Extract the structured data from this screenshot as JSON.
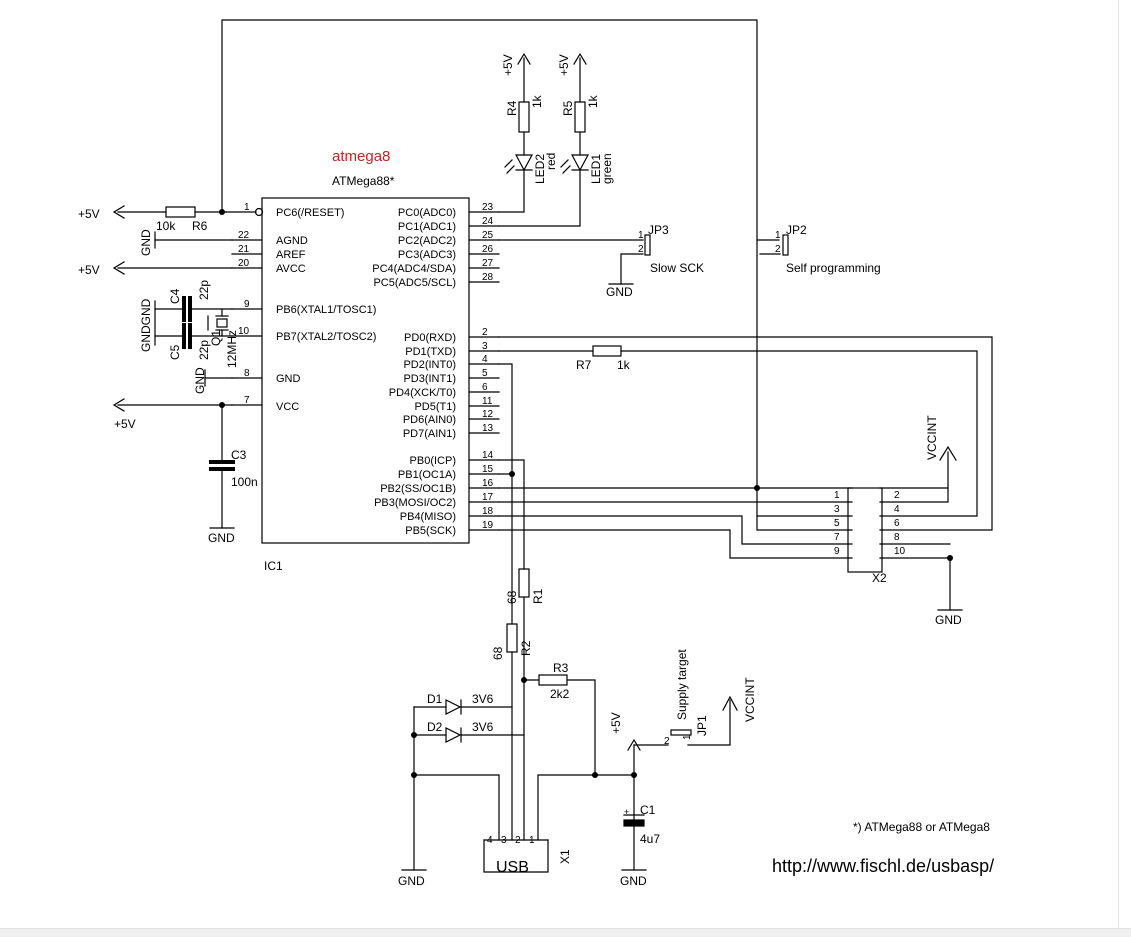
{
  "schematic": {
    "annotation_red": "atmega8",
    "ic": {
      "name": "IC1",
      "type": "ATMega88*",
      "left_pins": [
        {
          "num": "1",
          "name": "PC6(/RESET)"
        },
        {
          "num": "22",
          "name": "AGND"
        },
        {
          "num": "21",
          "name": "AREF"
        },
        {
          "num": "20",
          "name": "AVCC"
        },
        {
          "num": "9",
          "name": "PB6(XTAL1/TOSC1)"
        },
        {
          "num": "10",
          "name": "PB7(XTAL2/TOSC2)"
        },
        {
          "num": "8",
          "name": "GND"
        },
        {
          "num": "7",
          "name": "VCC"
        }
      ],
      "right_pins": [
        {
          "num": "23",
          "name": "PC0(ADC0)"
        },
        {
          "num": "24",
          "name": "PC1(ADC1)"
        },
        {
          "num": "25",
          "name": "PC2(ADC2)"
        },
        {
          "num": "26",
          "name": "PC3(ADC3)"
        },
        {
          "num": "27",
          "name": "PC4(ADC4/SDA)"
        },
        {
          "num": "28",
          "name": "PC5(ADC5/SCL)"
        },
        {
          "num": "2",
          "name": "PD0(RXD)"
        },
        {
          "num": "3",
          "name": "PD1(TXD)"
        },
        {
          "num": "4",
          "name": "PD2(INT0)"
        },
        {
          "num": "5",
          "name": "PD3(INT1)"
        },
        {
          "num": "6",
          "name": "PD4(XCK/T0)"
        },
        {
          "num": "11",
          "name": "PD5(T1)"
        },
        {
          "num": "12",
          "name": "PD6(AIN0)"
        },
        {
          "num": "13",
          "name": "PD7(AIN1)"
        },
        {
          "num": "14",
          "name": "PB0(ICP)"
        },
        {
          "num": "15",
          "name": "PB1(OC1A)"
        },
        {
          "num": "16",
          "name": "PB2(SS/OC1B)"
        },
        {
          "num": "17",
          "name": "PB3(MOSI/OC2)"
        },
        {
          "num": "18",
          "name": "PB4(MISO)"
        },
        {
          "num": "19",
          "name": "PB5(SCK)"
        }
      ]
    },
    "labels": {
      "plus5v": "+5V",
      "gnd": "GND",
      "vccint": "VCCINT",
      "r1": "R1",
      "r1_val": "68",
      "r2": "R2",
      "r2_val": "68",
      "r3": "R3",
      "r3_val": "2k2",
      "r4": "R4",
      "r4_val": "1k",
      "r5": "R5",
      "r5_val": "1k",
      "r6": "R6",
      "r6_val": "10k",
      "r7": "R7",
      "r7_val": "1k",
      "led2": "LED2",
      "led2_color": "red",
      "led1": "LED1",
      "led1_color": "green",
      "c1": "C1",
      "c1_val": "4u7",
      "c3": "C3",
      "c3_val": "100n",
      "c4": "C4",
      "c4_val": "22p",
      "c5": "C5",
      "c5_val": "22p",
      "gndgnd": "GNDGND",
      "q1": "Q1",
      "q1_val": "12MHz",
      "d1": "D1",
      "d1_val": "3V6",
      "d2": "D2",
      "d2_val": "3V6",
      "jp1": "JP1",
      "jp1_desc": "Supply target",
      "jp2": "JP2",
      "jp2_desc": "Self programming",
      "jp3": "JP3",
      "jp3_desc": "Slow SCK",
      "x1": "X1",
      "usb": "USB",
      "x2": "X2",
      "pin1": "1",
      "pin2": "2",
      "pin3": "3",
      "pin4": "4",
      "pin5": "5",
      "pin6": "6",
      "pin7": "7",
      "pin8": "8",
      "pin9": "9",
      "pin10": "10"
    },
    "footnote": "*) ATMega88 or ATMega8",
    "url": "http://www.fischl.de/usbasp/"
  },
  "colors": {
    "ink": "#000000",
    "annotation": "#cc2222",
    "background": "#ffffff"
  }
}
